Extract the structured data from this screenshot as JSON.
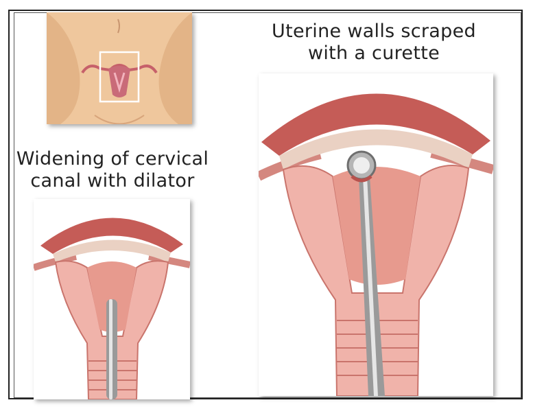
{
  "captions": {
    "dilator_line1": "Widening of cervical",
    "dilator_line2": "canal with dilator",
    "curette_line1": "Uterine walls scraped",
    "curette_line2": "with a curette"
  },
  "colors": {
    "skin": "#efc79d",
    "tissue": "#e49a8f",
    "tissue_dark": "#b8524d",
    "wall": "#f0b3aa",
    "instrument": "#9a9a9a",
    "frame": "#222222"
  }
}
